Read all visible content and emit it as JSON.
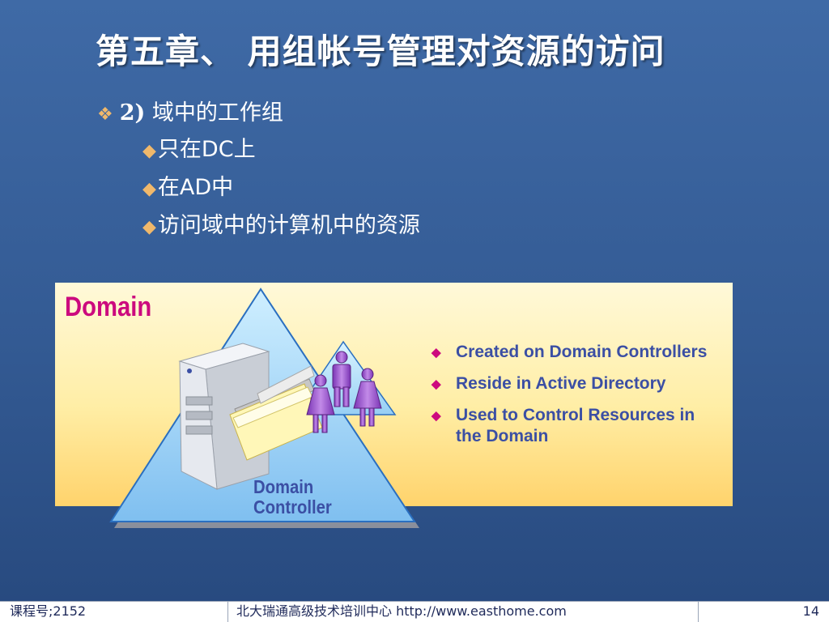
{
  "slide": {
    "title": "第五章、 用组帐号管理对资源的访问",
    "bullet1": {
      "marker": "❖",
      "number": "2)",
      "text": "域中的工作组"
    },
    "sub_bullets": [
      {
        "marker": "◆",
        "text": "只在DC上"
      },
      {
        "marker": "◆",
        "text": "在AD中"
      },
      {
        "marker": "◆",
        "text": "访问域中的计算机中的资源"
      }
    ]
  },
  "diagram": {
    "title": "Domain",
    "dc_label_line1": "Domain",
    "dc_label_line2": "Controller",
    "features": [
      {
        "marker": "◆",
        "text": "Created on Domain Controllers"
      },
      {
        "marker": "◆",
        "text": "Reside in Active Directory"
      },
      {
        "marker": "◆",
        "text": "Used to Control Resources in the Domain"
      }
    ]
  },
  "footer": {
    "course": "课程号;2152",
    "center": "北大瑞通高级技术培训中心  http://www.easthome.com",
    "page": "14"
  },
  "colors": {
    "background": "#335a93",
    "accent_magenta": "#cc0a7e",
    "text_blue": "#3b4fa4",
    "bullet_orange": "#f0b86b",
    "figure_purple": "#9b4fc8"
  },
  "icons": [
    "server-icon",
    "open-folder-icon",
    "user-group-icon"
  ]
}
